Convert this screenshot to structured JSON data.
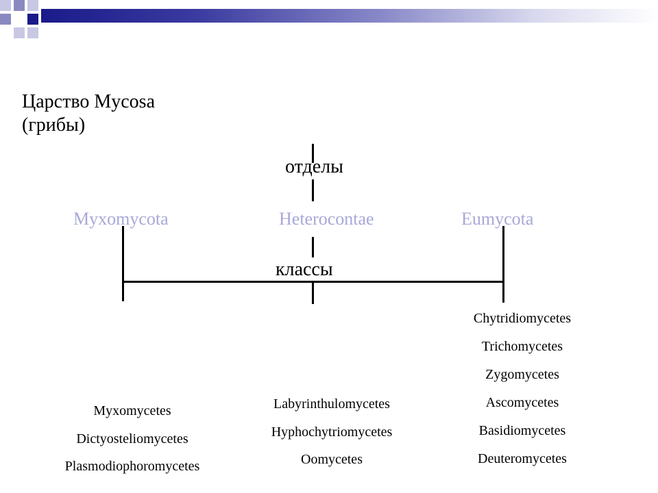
{
  "title": {
    "line1": "Царство Mycosa",
    "line2": "(грибы)"
  },
  "labels": {
    "otdely": "отделы",
    "klassy": "классы"
  },
  "divisions": [
    {
      "name": "Myxomycota",
      "color": "#a8a8d8"
    },
    {
      "name": "Heterocontae",
      "color": "#a8a8d8"
    },
    {
      "name": "Eumycota",
      "color": "#a8a8d8"
    }
  ],
  "classes": {
    "myxomycota": [
      "Myxomycetes",
      "Dictyosteliomycetes",
      "Plasmodiophoromycetes"
    ],
    "heterocontae": [
      "Labyrinthulomycetes",
      "Hyphochytriomycetes",
      "Oomycetes"
    ],
    "eumycota": [
      "Chytridiomycetes",
      "Trichomycetes",
      "Zygomycetes",
      "Ascomycetes",
      "Basidiomycetes",
      "Deuteromycetes"
    ]
  },
  "colors": {
    "header_dark": "#1a1a8a",
    "header_square": "#8a8ac0",
    "division_text": "#a8a8d8"
  }
}
